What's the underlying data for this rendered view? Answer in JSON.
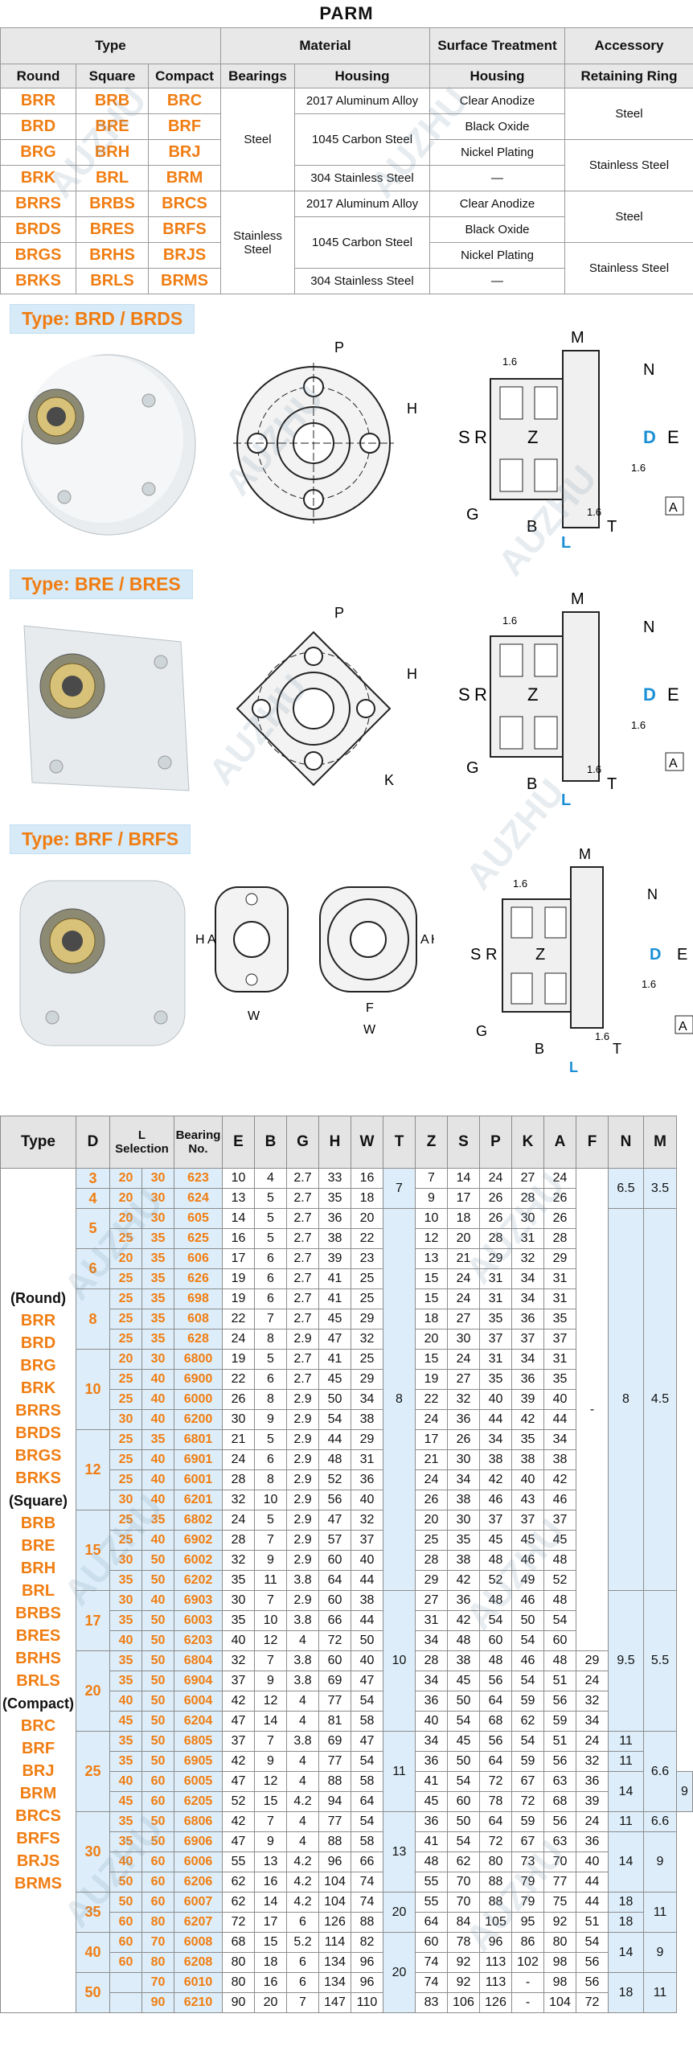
{
  "title": "PARM",
  "watermark": "AUZHU",
  "spec_table": {
    "group_headers": {
      "type": "Type",
      "material": "Material",
      "surface": "Surface Treatment",
      "accessory": "Accessory"
    },
    "sub_headers": {
      "round": "Round",
      "square": "Square",
      "compact": "Compact",
      "bearings": "Bearings",
      "housing": "Housing",
      "surface_housing": "Housing",
      "retaining_ring": "Retaining Ring"
    },
    "rows": [
      {
        "round": "BRR",
        "square": "BRB",
        "compact": "BRC",
        "housing": "2017 Aluminum Alloy",
        "surface": "Clear Anodize"
      },
      {
        "round": "BRD",
        "square": "BRE",
        "compact": "BRF",
        "housing": "1045 Carbon Steel",
        "surface": "Black Oxide"
      },
      {
        "round": "BRG",
        "square": "BRH",
        "compact": "BRJ",
        "housing": "",
        "surface": "Nickel Plating"
      },
      {
        "round": "BRK",
        "square": "BRL",
        "compact": "BRM",
        "housing": "304 Stainless Steel",
        "surface": "—"
      },
      {
        "round": "BRRS",
        "square": "BRBS",
        "compact": "BRCS",
        "housing": "2017 Aluminum Alloy",
        "surface": "Clear Anodize"
      },
      {
        "round": "BRDS",
        "square": "BRES",
        "compact": "BRFS",
        "housing": "1045 Carbon Steel",
        "surface": "Black Oxide"
      },
      {
        "round": "BRGS",
        "square": "BRHS",
        "compact": "BRJS",
        "housing": "",
        "surface": "Nickel Plating"
      },
      {
        "round": "BRKS",
        "square": "BRLS",
        "compact": "BRMS",
        "housing": "304 Stainless Steel",
        "surface": "—"
      }
    ],
    "bearings_steel": "Steel",
    "bearings_stainless": "Stainless Steel",
    "ring_steel": "Steel",
    "ring_stainless": "Stainless Steel"
  },
  "sections": [
    {
      "label": "Type: BRD / BRDS",
      "front_labels": [
        "P",
        "H"
      ],
      "side_labels": {
        "M": "M",
        "N": "N",
        "S": "S",
        "R": "R",
        "Z": "Z",
        "D": "D",
        "E": "E",
        "G": "G",
        "B": "B",
        "T": "T",
        "L": "L",
        "A": "A",
        "r1": "1.6",
        "r2": "1.6",
        "r3": "1.6"
      }
    },
    {
      "label": "Type: BRE / BRES",
      "front_labels": [
        "P",
        "H",
        "K"
      ],
      "side_labels": {
        "M": "M",
        "N": "N",
        "S": "S",
        "R": "R",
        "Z": "Z",
        "D": "D",
        "E": "E",
        "G": "G",
        "B": "B",
        "T": "T",
        "L": "L",
        "A": "A",
        "r1": "1.6",
        "r2": "1.6",
        "r3": "1.6"
      }
    },
    {
      "label": "Type: BRF / BRFS",
      "front_labels": [
        "H",
        "A",
        "W",
        "F",
        "A",
        "H",
        "W"
      ],
      "side_labels": {
        "M": "M",
        "N": "N",
        "S": "S",
        "R": "R",
        "Z": "Z",
        "D": "D",
        "E": "E",
        "G": "G",
        "B": "B",
        "T": "T",
        "L": "L",
        "A": "A",
        "r1": "1.6",
        "r2": "1.6",
        "r3": "1.6"
      }
    }
  ],
  "dims": {
    "headers": [
      "Type",
      "D",
      "L Selection",
      "Bearing No.",
      "E",
      "B",
      "G",
      "H",
      "W",
      "T",
      "Z",
      "S",
      "P",
      "K",
      "A",
      "F",
      "N",
      "M"
    ],
    "type_list": {
      "round_label": "(Round)",
      "round": [
        "BRR",
        "BRD",
        "BRG",
        "BRK",
        "BRRS",
        "BRDS",
        "BRGS",
        "BRKS"
      ],
      "square_label": "(Square)",
      "square": [
        "BRB",
        "BRE",
        "BRH",
        "BRL",
        "BRBS",
        "BRES",
        "BRHS",
        "BRLS"
      ],
      "compact_label": "(Compact)",
      "compact": [
        "BRC",
        "BRF",
        "BRJ",
        "BRM",
        "BRCS",
        "BRFS",
        "BRJS",
        "BRMS"
      ]
    },
    "rows": [
      [
        "3",
        "20",
        "30",
        "623",
        "10",
        "4",
        "2.7",
        "33",
        "16",
        "7",
        "14",
        "24",
        "27",
        "24"
      ],
      [
        "4",
        "20",
        "30",
        "624",
        "13",
        "5",
        "2.7",
        "35",
        "18",
        "9",
        "17",
        "26",
        "28",
        "26"
      ],
      [
        "5",
        "20",
        "30",
        "605",
        "14",
        "5",
        "2.7",
        "36",
        "20",
        "10",
        "18",
        "26",
        "30",
        "26"
      ],
      [
        "",
        "25",
        "35",
        "625",
        "16",
        "5",
        "2.7",
        "38",
        "22",
        "12",
        "20",
        "28",
        "31",
        "28"
      ],
      [
        "6",
        "20",
        "35",
        "606",
        "17",
        "6",
        "2.7",
        "39",
        "23",
        "13",
        "21",
        "29",
        "32",
        "29"
      ],
      [
        "",
        "25",
        "35",
        "626",
        "19",
        "6",
        "2.7",
        "41",
        "25",
        "15",
        "24",
        "31",
        "34",
        "31"
      ],
      [
        "8",
        "25",
        "35",
        "698",
        "19",
        "6",
        "2.7",
        "41",
        "25",
        "15",
        "24",
        "31",
        "34",
        "31"
      ],
      [
        "",
        "25",
        "35",
        "608",
        "22",
        "7",
        "2.7",
        "45",
        "29",
        "18",
        "27",
        "35",
        "36",
        "35"
      ],
      [
        "",
        "25",
        "35",
        "628",
        "24",
        "8",
        "2.9",
        "47",
        "32",
        "20",
        "30",
        "37",
        "37",
        "37"
      ],
      [
        "10",
        "20",
        "30",
        "6800",
        "19",
        "5",
        "2.7",
        "41",
        "25",
        "15",
        "24",
        "31",
        "34",
        "31"
      ],
      [
        "",
        "25",
        "40",
        "6900",
        "22",
        "6",
        "2.7",
        "45",
        "29",
        "19",
        "27",
        "35",
        "36",
        "35"
      ],
      [
        "",
        "25",
        "40",
        "6000",
        "26",
        "8",
        "2.9",
        "50",
        "34",
        "22",
        "32",
        "40",
        "39",
        "40"
      ],
      [
        "",
        "30",
        "40",
        "6200",
        "30",
        "9",
        "2.9",
        "54",
        "38",
        "24",
        "36",
        "44",
        "42",
        "44"
      ],
      [
        "12",
        "25",
        "35",
        "6801",
        "21",
        "5",
        "2.9",
        "44",
        "29",
        "17",
        "26",
        "34",
        "35",
        "34"
      ],
      [
        "",
        "25",
        "40",
        "6901",
        "24",
        "6",
        "2.9",
        "48",
        "31",
        "21",
        "30",
        "38",
        "38",
        "38"
      ],
      [
        "",
        "25",
        "40",
        "6001",
        "28",
        "8",
        "2.9",
        "52",
        "36",
        "24",
        "34",
        "42",
        "40",
        "42"
      ],
      [
        "",
        "30",
        "40",
        "6201",
        "32",
        "10",
        "2.9",
        "56",
        "40",
        "26",
        "38",
        "46",
        "43",
        "46"
      ],
      [
        "15",
        "25",
        "35",
        "6802",
        "24",
        "5",
        "2.9",
        "47",
        "32",
        "20",
        "30",
        "37",
        "37",
        "37"
      ],
      [
        "",
        "25",
        "40",
        "6902",
        "28",
        "7",
        "2.9",
        "57",
        "37",
        "25",
        "35",
        "45",
        "45",
        "45"
      ],
      [
        "",
        "30",
        "50",
        "6002",
        "32",
        "9",
        "2.9",
        "60",
        "40",
        "28",
        "38",
        "48",
        "46",
        "48"
      ],
      [
        "",
        "35",
        "50",
        "6202",
        "35",
        "11",
        "3.8",
        "64",
        "44",
        "29",
        "42",
        "52",
        "49",
        "52"
      ],
      [
        "17",
        "30",
        "40",
        "6903",
        "30",
        "7",
        "2.9",
        "60",
        "38",
        "27",
        "36",
        "48",
        "46",
        "48"
      ],
      [
        "",
        "35",
        "50",
        "6003",
        "35",
        "10",
        "3.8",
        "66",
        "44",
        "31",
        "42",
        "54",
        "50",
        "54"
      ],
      [
        "",
        "40",
        "50",
        "6203",
        "40",
        "12",
        "4",
        "72",
        "50",
        "34",
        "48",
        "60",
        "54",
        "60"
      ],
      [
        "20",
        "35",
        "50",
        "6804",
        "32",
        "7",
        "3.8",
        "60",
        "40",
        "28",
        "38",
        "48",
        "46",
        "48"
      ],
      [
        "",
        "35",
        "50",
        "6904",
        "37",
        "9",
        "3.8",
        "69",
        "47",
        "34",
        "45",
        "56",
        "54",
        "51"
      ],
      [
        "",
        "40",
        "50",
        "6004",
        "42",
        "12",
        "4",
        "77",
        "54",
        "36",
        "50",
        "64",
        "59",
        "56"
      ],
      [
        "",
        "45",
        "50",
        "6204",
        "47",
        "14",
        "4",
        "81",
        "58",
        "40",
        "54",
        "68",
        "62",
        "59"
      ],
      [
        "25",
        "35",
        "50",
        "6805",
        "37",
        "7",
        "3.8",
        "69",
        "47",
        "34",
        "45",
        "56",
        "54",
        "51"
      ],
      [
        "",
        "35",
        "50",
        "6905",
        "42",
        "9",
        "4",
        "77",
        "54",
        "36",
        "50",
        "64",
        "59",
        "56"
      ],
      [
        "",
        "40",
        "60",
        "6005",
        "47",
        "12",
        "4",
        "88",
        "58",
        "41",
        "54",
        "72",
        "67",
        "63"
      ],
      [
        "",
        "45",
        "60",
        "6205",
        "52",
        "15",
        "4.2",
        "94",
        "64",
        "45",
        "60",
        "78",
        "72",
        "68"
      ],
      [
        "30",
        "35",
        "50",
        "6806",
        "42",
        "7",
        "4",
        "77",
        "54",
        "36",
        "50",
        "64",
        "59",
        "56"
      ],
      [
        "",
        "35",
        "50",
        "6906",
        "47",
        "9",
        "4",
        "88",
        "58",
        "41",
        "54",
        "72",
        "67",
        "63"
      ],
      [
        "",
        "40",
        "60",
        "6006",
        "55",
        "13",
        "4.2",
        "96",
        "66",
        "48",
        "62",
        "80",
        "73",
        "70"
      ],
      [
        "",
        "50",
        "60",
        "6206",
        "62",
        "16",
        "4.2",
        "104",
        "74",
        "55",
        "70",
        "88",
        "79",
        "77"
      ],
      [
        "35",
        "50",
        "60",
        "6007",
        "62",
        "14",
        "4.2",
        "104",
        "74",
        "55",
        "70",
        "88",
        "79",
        "75"
      ],
      [
        "",
        "60",
        "80",
        "6207",
        "72",
        "17",
        "6",
        "126",
        "88",
        "64",
        "84",
        "105",
        "95",
        "92"
      ],
      [
        "40",
        "60",
        "70",
        "6008",
        "68",
        "15",
        "5.2",
        "114",
        "82",
        "60",
        "78",
        "96",
        "86",
        "80"
      ],
      [
        "",
        "60",
        "80",
        "6208",
        "80",
        "18",
        "6",
        "134",
        "96",
        "74",
        "92",
        "113",
        "102",
        "98"
      ],
      [
        "50",
        "",
        "70",
        "6010",
        "80",
        "16",
        "6",
        "134",
        "96",
        "74",
        "92",
        "113",
        "-",
        "98"
      ],
      [
        "",
        "",
        "90",
        "6210",
        "90",
        "20",
        "7",
        "147",
        "110",
        "83",
        "106",
        "126",
        "-",
        "104"
      ]
    ],
    "row_f": [
      "",
      "",
      "",
      "",
      "",
      "",
      "",
      "",
      "",
      "",
      "",
      "",
      "",
      "",
      "",
      "",
      "",
      "",
      "",
      "",
      "",
      "",
      "",
      "",
      "",
      "",
      "",
      "",
      "",
      "",
      "",
      "",
      "",
      "",
      "",
      "",
      "",
      "",
      "",
      "",
      "",
      ""
    ],
    "merged": {
      "T_groups": [
        [
          "7",
          0,
          2
        ],
        [
          "8",
          2,
          19
        ],
        [
          "10",
          21,
          7
        ],
        [
          "11",
          28,
          4
        ],
        [
          "13",
          32,
          4
        ],
        [
          "20",
          36,
          2
        ],
        [
          "20",
          38,
          4
        ]
      ],
      "F_groups": [
        [
          "-",
          0,
          24
        ],
        [
          "29",
          24,
          1
        ],
        [
          "24",
          25,
          1
        ],
        [
          "32",
          26,
          1
        ],
        [
          "34",
          27,
          1
        ],
        [
          "24",
          28,
          1
        ],
        [
          "32",
          29,
          1
        ],
        [
          "36",
          30,
          1
        ],
        [
          "39",
          31,
          1
        ],
        [
          "24",
          32,
          1
        ],
        [
          "36",
          33,
          1
        ],
        [
          "40",
          34,
          1
        ],
        [
          "44",
          35,
          1
        ],
        [
          "44",
          36,
          1
        ],
        [
          "51",
          37,
          1
        ],
        [
          "54",
          38,
          1
        ],
        [
          "56",
          39,
          1
        ],
        [
          "56",
          40,
          1
        ],
        [
          "72",
          41,
          1
        ]
      ],
      "N_groups": [
        [
          "6.5",
          0,
          2
        ],
        [
          "8",
          2,
          19
        ],
        [
          "9.5",
          21,
          7
        ],
        [
          "11",
          28,
          1
        ],
        [
          "11",
          29,
          1
        ],
        [
          "14",
          30,
          2
        ],
        [
          "11",
          32,
          1
        ],
        [
          "14",
          33,
          3
        ],
        [
          "18",
          36,
          1
        ],
        [
          "18",
          37,
          1
        ],
        [
          "14",
          38,
          2
        ],
        [
          "18",
          40,
          2
        ]
      ],
      "M_groups": [
        [
          "3.5",
          0,
          2
        ],
        [
          "4.5",
          2,
          19
        ],
        [
          "5.5",
          21,
          7
        ],
        [
          "6.6",
          28,
          4
        ],
        [
          "9",
          30,
          2
        ],
        [
          "6.6",
          32,
          1
        ],
        [
          "9",
          33,
          3
        ],
        [
          "11",
          36,
          2
        ],
        [
          "9",
          38,
          2
        ],
        [
          "11",
          40,
          2
        ]
      ]
    }
  }
}
